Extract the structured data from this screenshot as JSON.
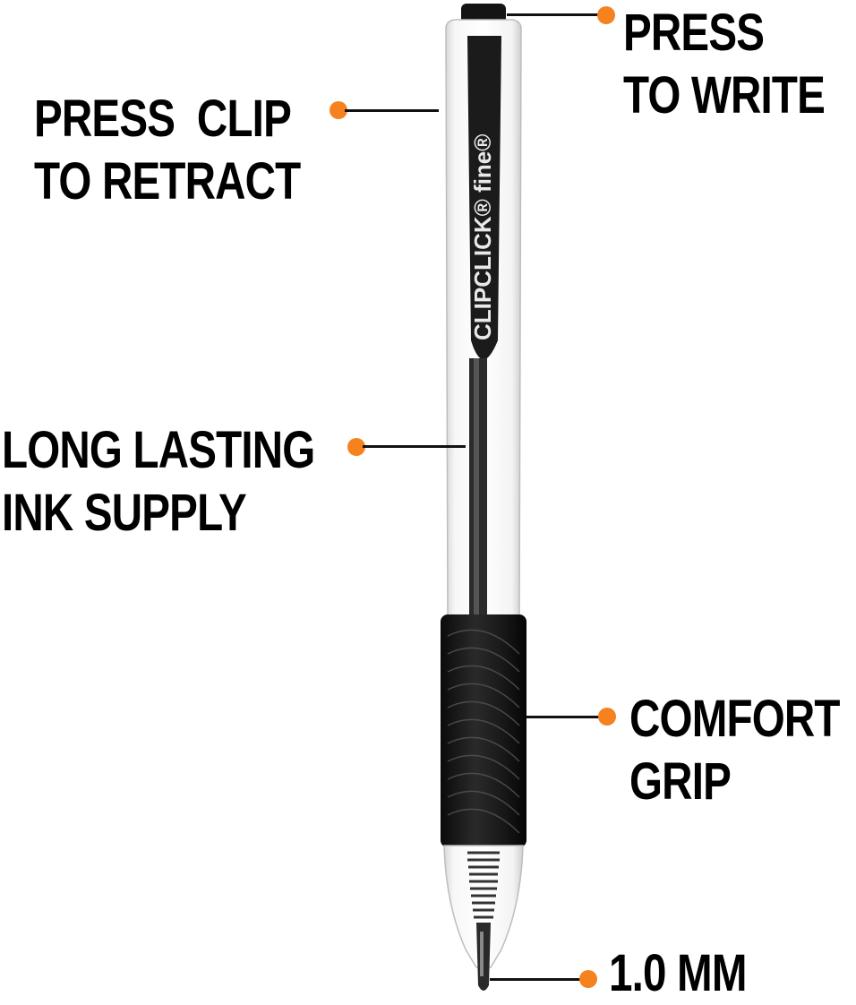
{
  "diagram": {
    "subject": "retractable ballpoint pen",
    "pen_brand_text": "CLIPCLICK",
    "pen_brand_mark": "fine",
    "accent_color": "#f5821f",
    "text_color": "#000000",
    "background_color": "#ffffff",
    "callouts": [
      {
        "id": "press-to-write",
        "lines": [
          "PRESS",
          "TO WRITE"
        ],
        "side": "right",
        "points_to": "push button"
      },
      {
        "id": "press-clip",
        "lines": [
          "PRESS  CLIP",
          "TO RETRACT"
        ],
        "side": "left",
        "points_to": "clip"
      },
      {
        "id": "ink-supply",
        "lines": [
          "LONG LASTING",
          "INK SUPPLY"
        ],
        "side": "left",
        "points_to": "ink refill"
      },
      {
        "id": "comfort-grip",
        "lines": [
          "COMFORT",
          "GRIP"
        ],
        "side": "right",
        "points_to": "rubber grip"
      },
      {
        "id": "point-size",
        "lines": [
          "1.0 MM"
        ],
        "side": "right",
        "points_to": "tip"
      }
    ]
  }
}
